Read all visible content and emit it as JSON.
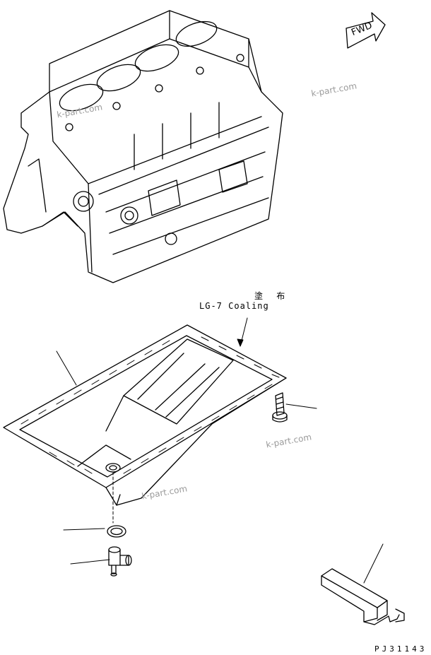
{
  "labels": {
    "forward_arrow": "FWD",
    "note_jp": "塗 布",
    "note_coating": "LG-7 Coaling",
    "drawing_code": "PJ31143"
  },
  "watermarks": [
    "k-part.com",
    "k-part.com",
    "k-part.com",
    "k-part.com"
  ],
  "colors": {
    "line": "#000000",
    "background": "#ffffff",
    "watermark": "#9a9a9a"
  }
}
